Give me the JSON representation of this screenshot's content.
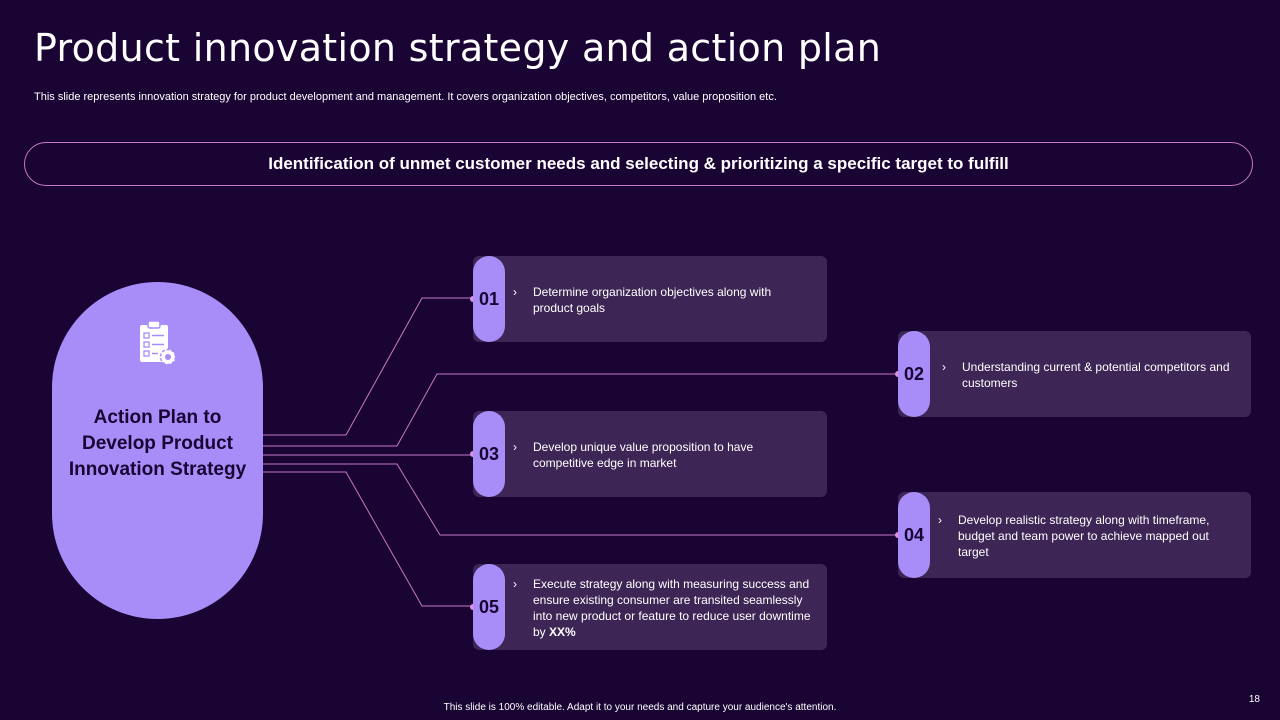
{
  "title": "Product innovation strategy and action plan",
  "subtitle": "This slide represents innovation strategy for product development and management. It covers organization objectives, competitors, value proposition etc.",
  "banner": "Identification of unmet customer needs and selecting & prioritizing a specific target to fulfill",
  "hub": {
    "icon": "clipboard-gear-icon",
    "label": "Action Plan to Develop Product Innovation Strategy"
  },
  "steps": [
    {
      "num": "01",
      "text": "Determine organization objectives along with product goals"
    },
    {
      "num": "02",
      "text": "Understanding current & potential competitors and customers"
    },
    {
      "num": "03",
      "text": "Develop unique value proposition to have competitive edge in market"
    },
    {
      "num": "04",
      "text": "Develop realistic strategy along with timeframe, budget and team power to achieve mapped out target"
    },
    {
      "num": "05",
      "text": "Execute strategy along with measuring success and ensure existing consumer are transited seamlessly into new product or feature to reduce user downtime by",
      "emphasis": "XX%"
    }
  ],
  "bullet": "›",
  "footer": "This slide is 100% editable. Adapt it to your needs and capture your audience's attention.",
  "page_number": "18",
  "colors": {
    "background": "#1a0433",
    "accent": "#a88cf7",
    "card": "#3d2555",
    "connector": "#c779c9"
  }
}
